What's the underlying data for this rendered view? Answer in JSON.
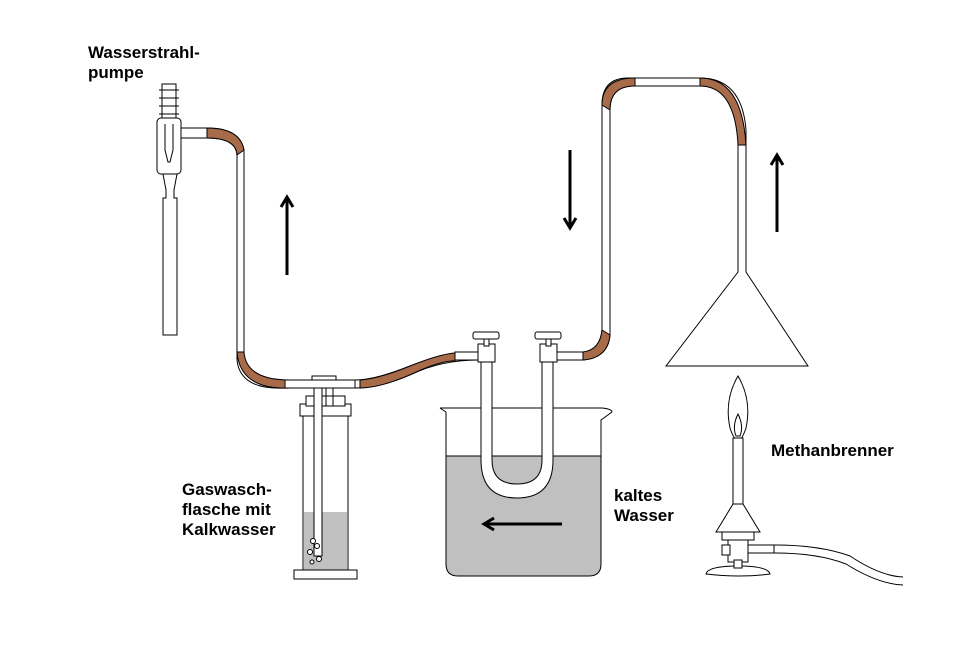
{
  "labels": {
    "pump": [
      "Wasserstrahl-",
      "pumpe"
    ],
    "washbottle": [
      "Gaswasch-",
      "flasche mit",
      "Kalkwasser"
    ],
    "coldwater": [
      "kaltes",
      "Wasser"
    ],
    "burner": [
      "Methanbrenner"
    ]
  },
  "colors": {
    "line": "#000000",
    "hose": "#a86b4a",
    "liquid": "#c0c0c0",
    "glass": "#ffffff"
  }
}
